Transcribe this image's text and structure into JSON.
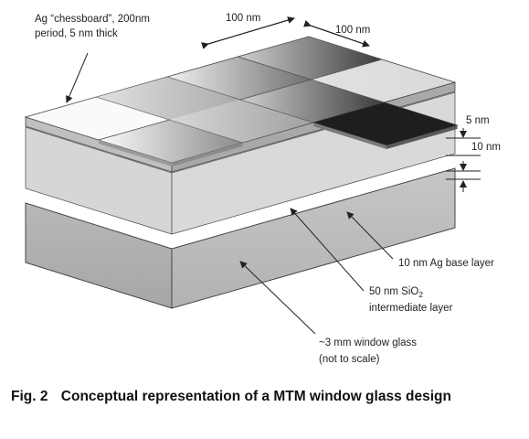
{
  "figure": {
    "labels": {
      "chessboard_line1": "Ag “chessboard”, 200nm",
      "chessboard_line2": "period, 5 nm thick",
      "dim_width": "100 nm",
      "dim_depth": "100 nm",
      "dim_thickness_5": "5 nm",
      "dim_thickness_10": "10 nm",
      "ag_base": "10 nm Ag base layer",
      "sio2_line1_prefix": "50 nm SiO",
      "sio2_line1_sub": "2",
      "sio2_line2": "intermediate layer",
      "glass_line1": "~3 mm window glass",
      "glass_line2": "(not to scale)"
    }
  },
  "caption": {
    "number": "Fig. 2",
    "text": "Conceptual representation of a MTM window glass design"
  }
}
